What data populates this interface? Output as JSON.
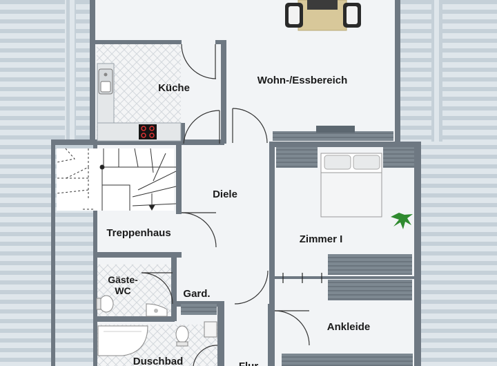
{
  "rooms": {
    "living": "Wohn-/Essbereich",
    "kitchen": "Küche",
    "hall": "Diele",
    "stairwell": "Treppenhaus",
    "bedroom": "Zimmer I",
    "guest_wc_line1": "Gäste-",
    "guest_wc_line2": "WC",
    "wardrobe": "Gard.",
    "dressing": "Ankleide",
    "shower_bath": "Duschbad",
    "corridor": "Flur"
  },
  "colors": {
    "wall": "#6e7882",
    "floor": "#f2f4f6",
    "roof_slope": "#dfe6eb",
    "roof_stripe": "#bcc7cf",
    "tile": "#e9ecee",
    "furniture_dark": "#5c6770",
    "rug": "#d8c89a"
  },
  "icons": {
    "plant": "plant-icon",
    "hob": "cooktop-icon",
    "sink": "sink-icon",
    "toilet": "toilet-icon"
  }
}
